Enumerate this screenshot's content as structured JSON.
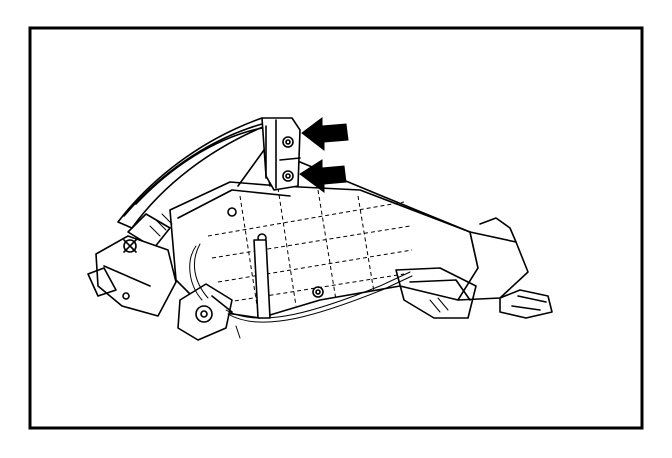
{
  "figure": {
    "background_color": "#ffffff",
    "line_color": "#000000",
    "subject": "headlamp-assembly-line-drawing",
    "callouts": [
      {
        "icon": "arrow-left-icon",
        "points_to": "upper-mounting-bolt"
      },
      {
        "icon": "arrow-left-icon",
        "points_to": "lower-mounting-bolt"
      }
    ]
  }
}
